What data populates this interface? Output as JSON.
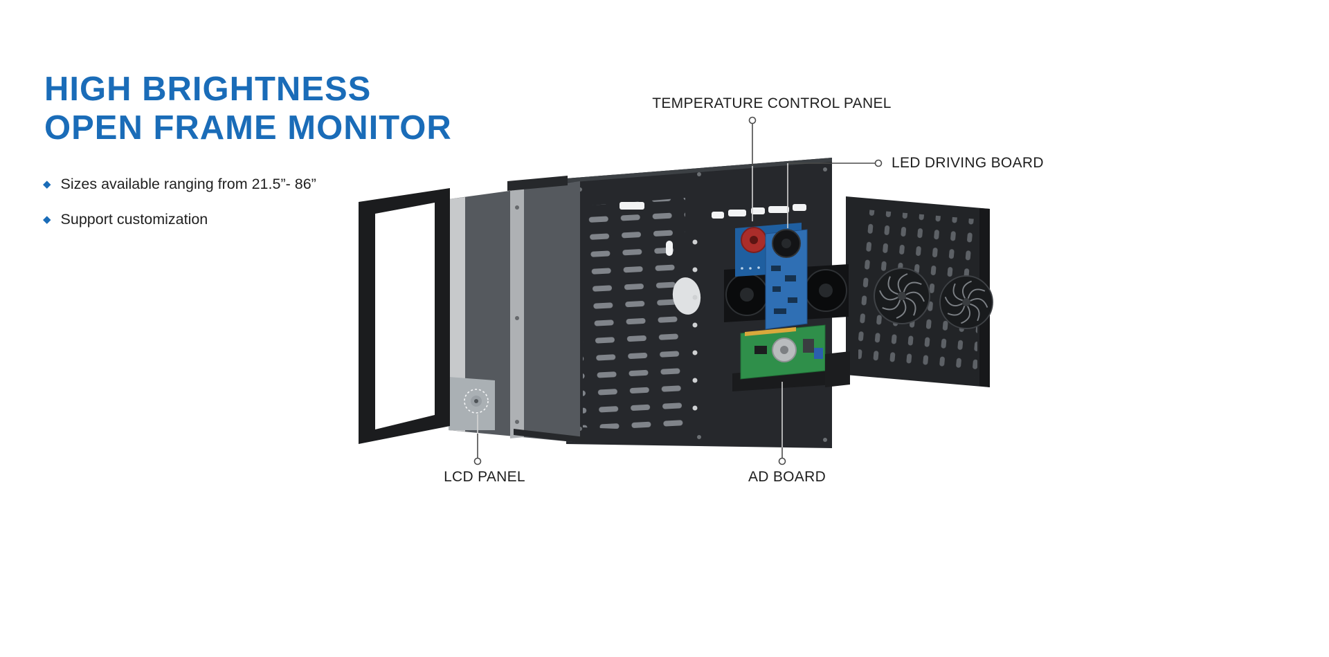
{
  "title": {
    "line1": "HIGH BRIGHTNESS",
    "line2": "OPEN FRAME MONITOR"
  },
  "features": {
    "items": [
      {
        "label": "Sizes available ranging from 21.5”- 86”"
      },
      {
        "label": "Support customization"
      }
    ]
  },
  "callouts": {
    "temperature_control_panel": "TEMPERATURE CONTROL PANEL",
    "led_driving_board": "LED DRIVING BOARD",
    "lcd_panel": "LCD PANEL",
    "ad_board": "AD BOARD"
  },
  "colors": {
    "accent_blue": "#1a6cb8",
    "text": "#1f1f1f"
  }
}
